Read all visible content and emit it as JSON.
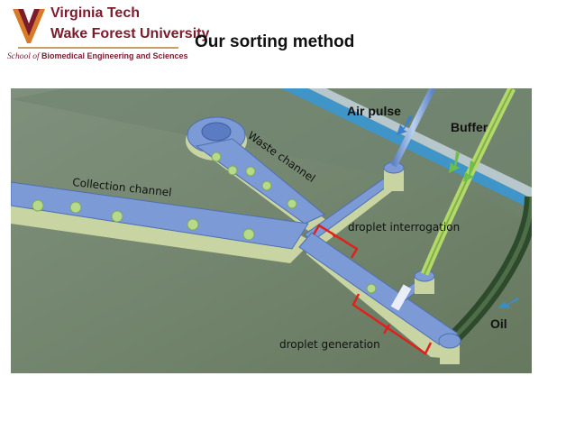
{
  "logo": {
    "line1": "Virginia Tech",
    "line2": "Wake Forest University",
    "line3_prefix": "School of ",
    "line3_bold": "Biomedical Engineering and Sciences"
  },
  "title": "Our sorting method",
  "diagram": {
    "labels": {
      "air_pulse": "Air pulse",
      "buffer": "Buffer",
      "waste_channel": "Waste channel",
      "collection_channel": "Collection channel",
      "droplet_interrogation": "droplet interrogation",
      "droplet_generation": "droplet generation",
      "oil": "Oil"
    },
    "colors": {
      "background": "#738672",
      "channel": "#7b9ad6",
      "wall": "#c8d4a2",
      "droplet": "#b7d98a",
      "bracket": "#e0201c",
      "arrow_blue": "#3a7fd0",
      "arrow_green": "#6cc04a",
      "tube_green": "#b4d86a",
      "tube_blue": "#8cb0de"
    }
  }
}
